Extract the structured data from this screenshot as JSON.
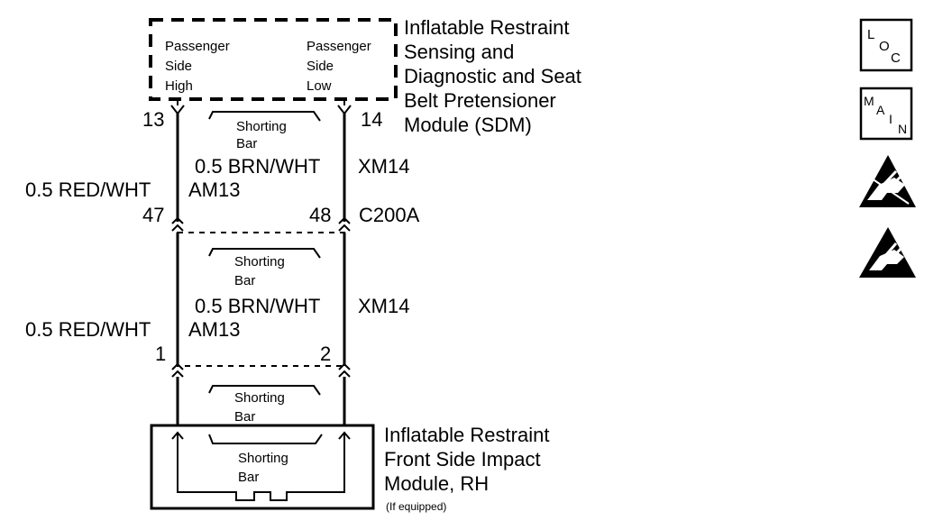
{
  "sdm": {
    "title_lines": [
      "Inflatable Restraint",
      "Sensing and",
      "Diagnostic and Seat",
      "Belt Pretensioner",
      "Module (SDM)"
    ],
    "left_terminal_lines": [
      "Passenger",
      "Side",
      "High"
    ],
    "right_terminal_lines": [
      "Passenger",
      "Side",
      "Low"
    ],
    "left_pin": "13",
    "right_pin": "14"
  },
  "shorting_bar_lines": [
    "Shorting",
    "Bar"
  ],
  "wire_upper": {
    "right_label": "0.5 BRN/WHT",
    "right_circuit": "XM14",
    "left_label": "0.5 RED/WHT",
    "left_circuit": "AM13"
  },
  "connector_c200a": {
    "name": "C200A",
    "left_pin": "47",
    "right_pin": "48"
  },
  "wire_lower": {
    "right_label": "0.5 BRN/WHT",
    "right_circuit": "XM14",
    "left_label": "0.5 RED/WHT",
    "left_circuit": "AM13"
  },
  "connector_lower": {
    "left_pin": "1",
    "right_pin": "2"
  },
  "module": {
    "title_lines": [
      "Inflatable Restraint",
      "Front Side Impact",
      "Module, RH"
    ],
    "note": "(If equipped)"
  },
  "icons": {
    "loc": {
      "letters": [
        "L",
        "O",
        "C"
      ]
    },
    "main": {
      "letters": [
        "M",
        "A",
        "I",
        "N"
      ]
    },
    "esd1": "esd-hand-warning-icon",
    "esd2": "esd-hand-warning-icon"
  }
}
